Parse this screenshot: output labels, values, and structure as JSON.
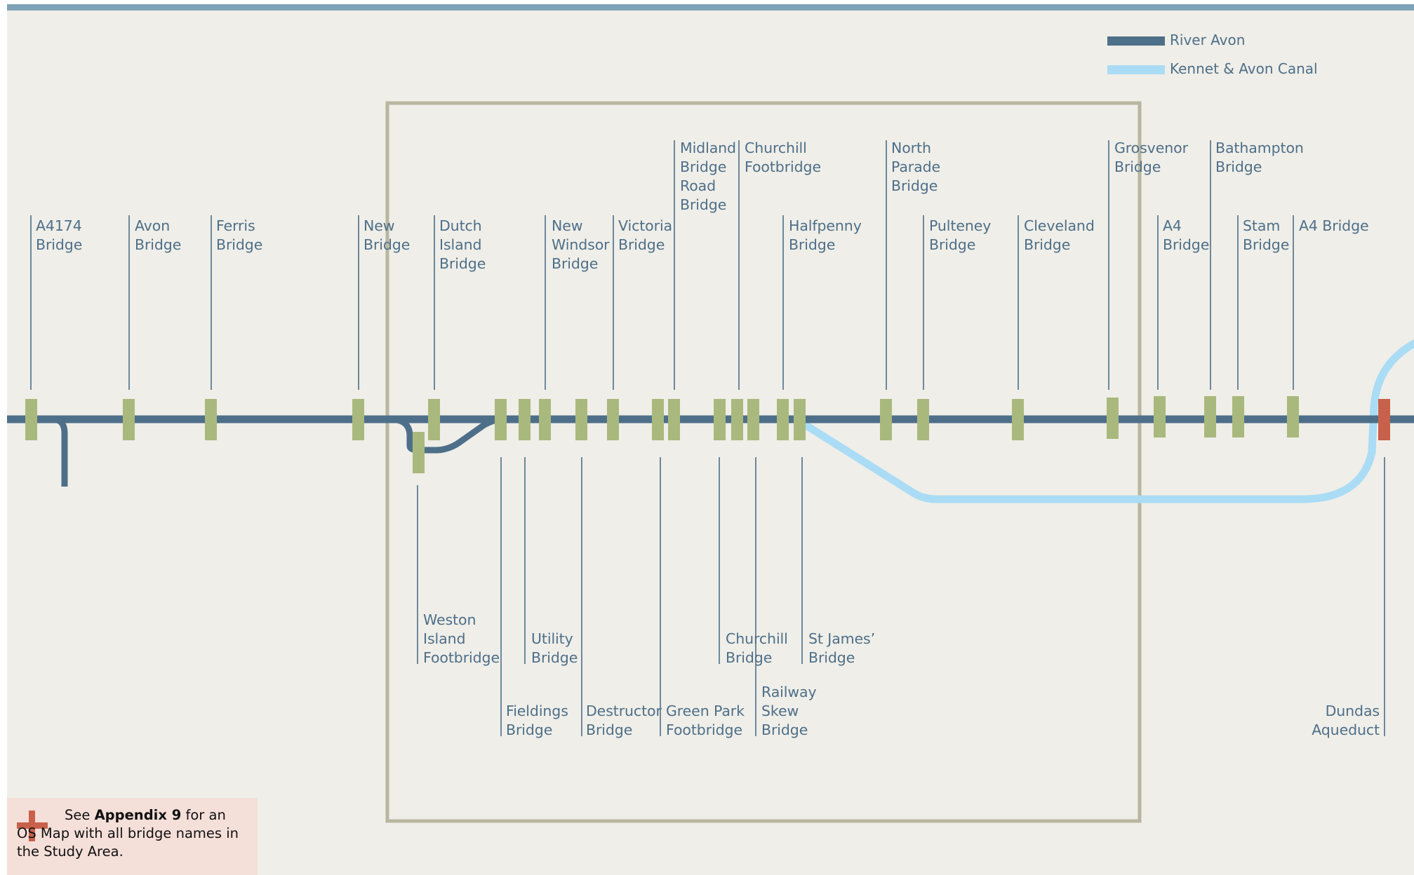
{
  "legend": {
    "river": {
      "label": "River Avon",
      "color": "#4e6f89"
    },
    "canal": {
      "label": "Kennet & Avon Canal",
      "color": "#aadcf5"
    }
  },
  "colors": {
    "bridge": "#a9b97d",
    "aqueduct": "#c8614b",
    "frame": "#b9b6a0",
    "label": "#4e6f89"
  },
  "labels_top": [
    {
      "id": "a4174",
      "text": "A4174\nBridge"
    },
    {
      "id": "avon",
      "text": "Avon\nBridge"
    },
    {
      "id": "ferris",
      "text": "Ferris\nBridge"
    },
    {
      "id": "new",
      "text": "New\nBridge"
    },
    {
      "id": "dutch-island",
      "text": "Dutch\nIsland\nBridge"
    },
    {
      "id": "new-windsor",
      "text": "New\nWindsor\nBridge"
    },
    {
      "id": "victoria",
      "text": "Victoria\nBridge"
    },
    {
      "id": "midland-road",
      "text": "Midland\nBridge\nRoad\nBridge"
    },
    {
      "id": "churchill-footbridge",
      "text": "Churchill\nFootbridge"
    },
    {
      "id": "halfpenny",
      "text": "Halfpenny\nBridge"
    },
    {
      "id": "north-parade",
      "text": "North\nParade\nBridge"
    },
    {
      "id": "pulteney",
      "text": "Pulteney\nBridge"
    },
    {
      "id": "cleveland",
      "text": "Cleveland\nBridge"
    },
    {
      "id": "grosvenor",
      "text": "Grosvenor\nBridge"
    },
    {
      "id": "a4",
      "text": "A4\nBridge"
    },
    {
      "id": "bathampton",
      "text": "Bathampton\nBridge"
    },
    {
      "id": "stam",
      "text": "Stam\nBridge"
    },
    {
      "id": "a4-bridge",
      "text": "A4 Bridge"
    }
  ],
  "labels_bottom": [
    {
      "id": "weston-island",
      "text": "Weston\nIsland\nFootbridge"
    },
    {
      "id": "utility",
      "text": "Utility\nBridge"
    },
    {
      "id": "fieldings",
      "text": "Fieldings\nBridge"
    },
    {
      "id": "destructor",
      "text": "Destructor\nBridge"
    },
    {
      "id": "green-park",
      "text": "Green Park\nFootbridge"
    },
    {
      "id": "churchill",
      "text": "Churchill\nBridge"
    },
    {
      "id": "railway-skew",
      "text": "Railway\nSkew\nBridge"
    },
    {
      "id": "st-james",
      "text": "St James’\nBridge"
    },
    {
      "id": "dundas",
      "text": "Dundas\nAqueduct"
    }
  ],
  "note": {
    "prefix": "See ",
    "bold": "Appendix 9",
    "suffix": " for an OS Map with all bridge names in the Study Area."
  }
}
